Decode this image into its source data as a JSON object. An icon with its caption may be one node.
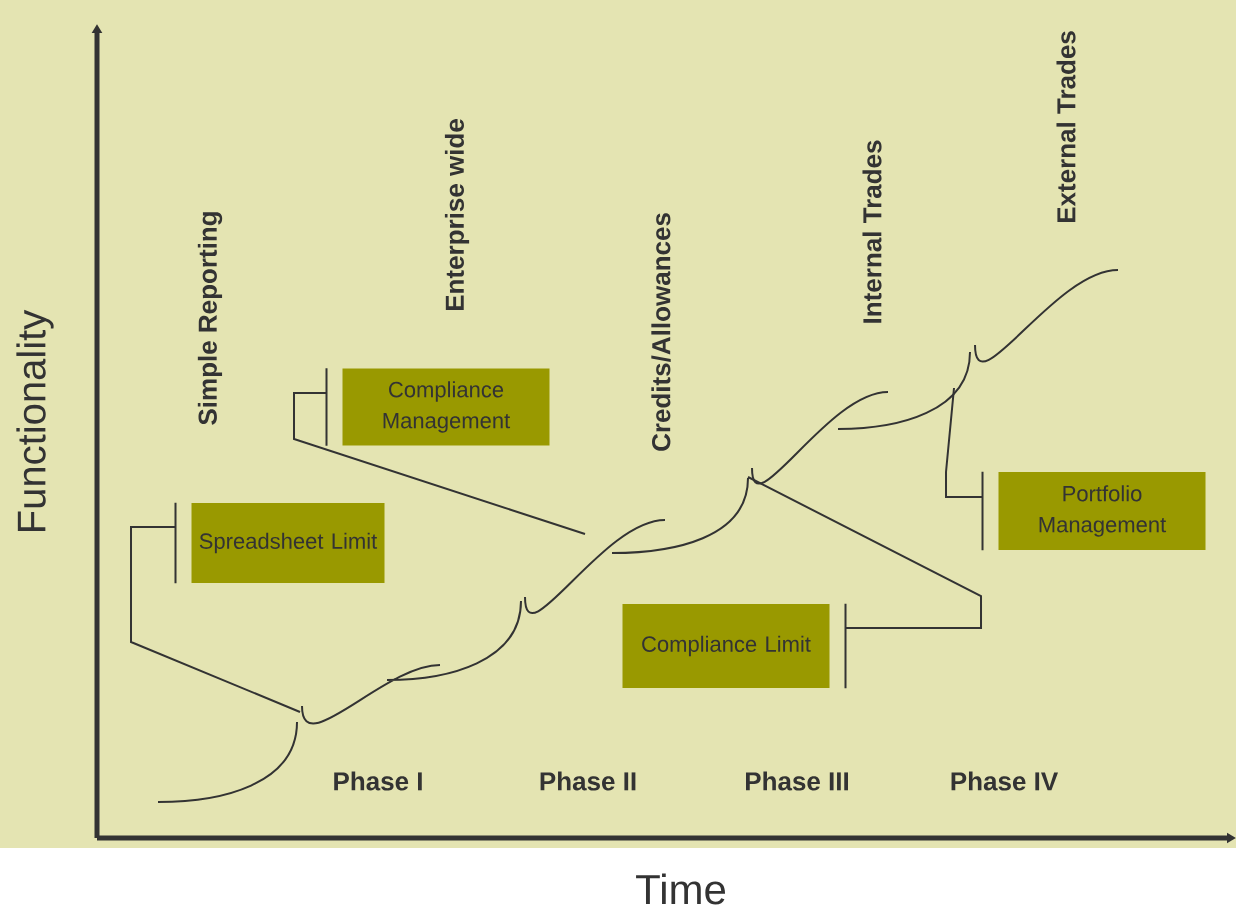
{
  "diagram": {
    "nodes": [
      {
        "text": [
          "Spreadsheet Limit"
        ]
      },
      {
        "text": [
          "Compliance Management"
        ]
      },
      {
        "text": [
          "Compliance Limit"
        ]
      },
      {
        "text": [
          "Portfolio Management"
        ]
      }
    ],
    "edges": [
      {
        "from": 0,
        "to": null,
        "arrow": "none"
      },
      {
        "from": 1,
        "to": null,
        "arrow": "none"
      },
      {
        "from": 2,
        "to": null,
        "arrow": "none"
      },
      {
        "from": 3,
        "to": null,
        "arrow": "none"
      }
    ],
    "labels": [
      "Functionality",
      "Simple Reporting",
      "Enterprise wide",
      "Credits/Allowances",
      "Internal Trades",
      "External Trades",
      "Phase I",
      "Phase II",
      "Phase III",
      "Phase IV",
      "Time"
    ]
  }
}
